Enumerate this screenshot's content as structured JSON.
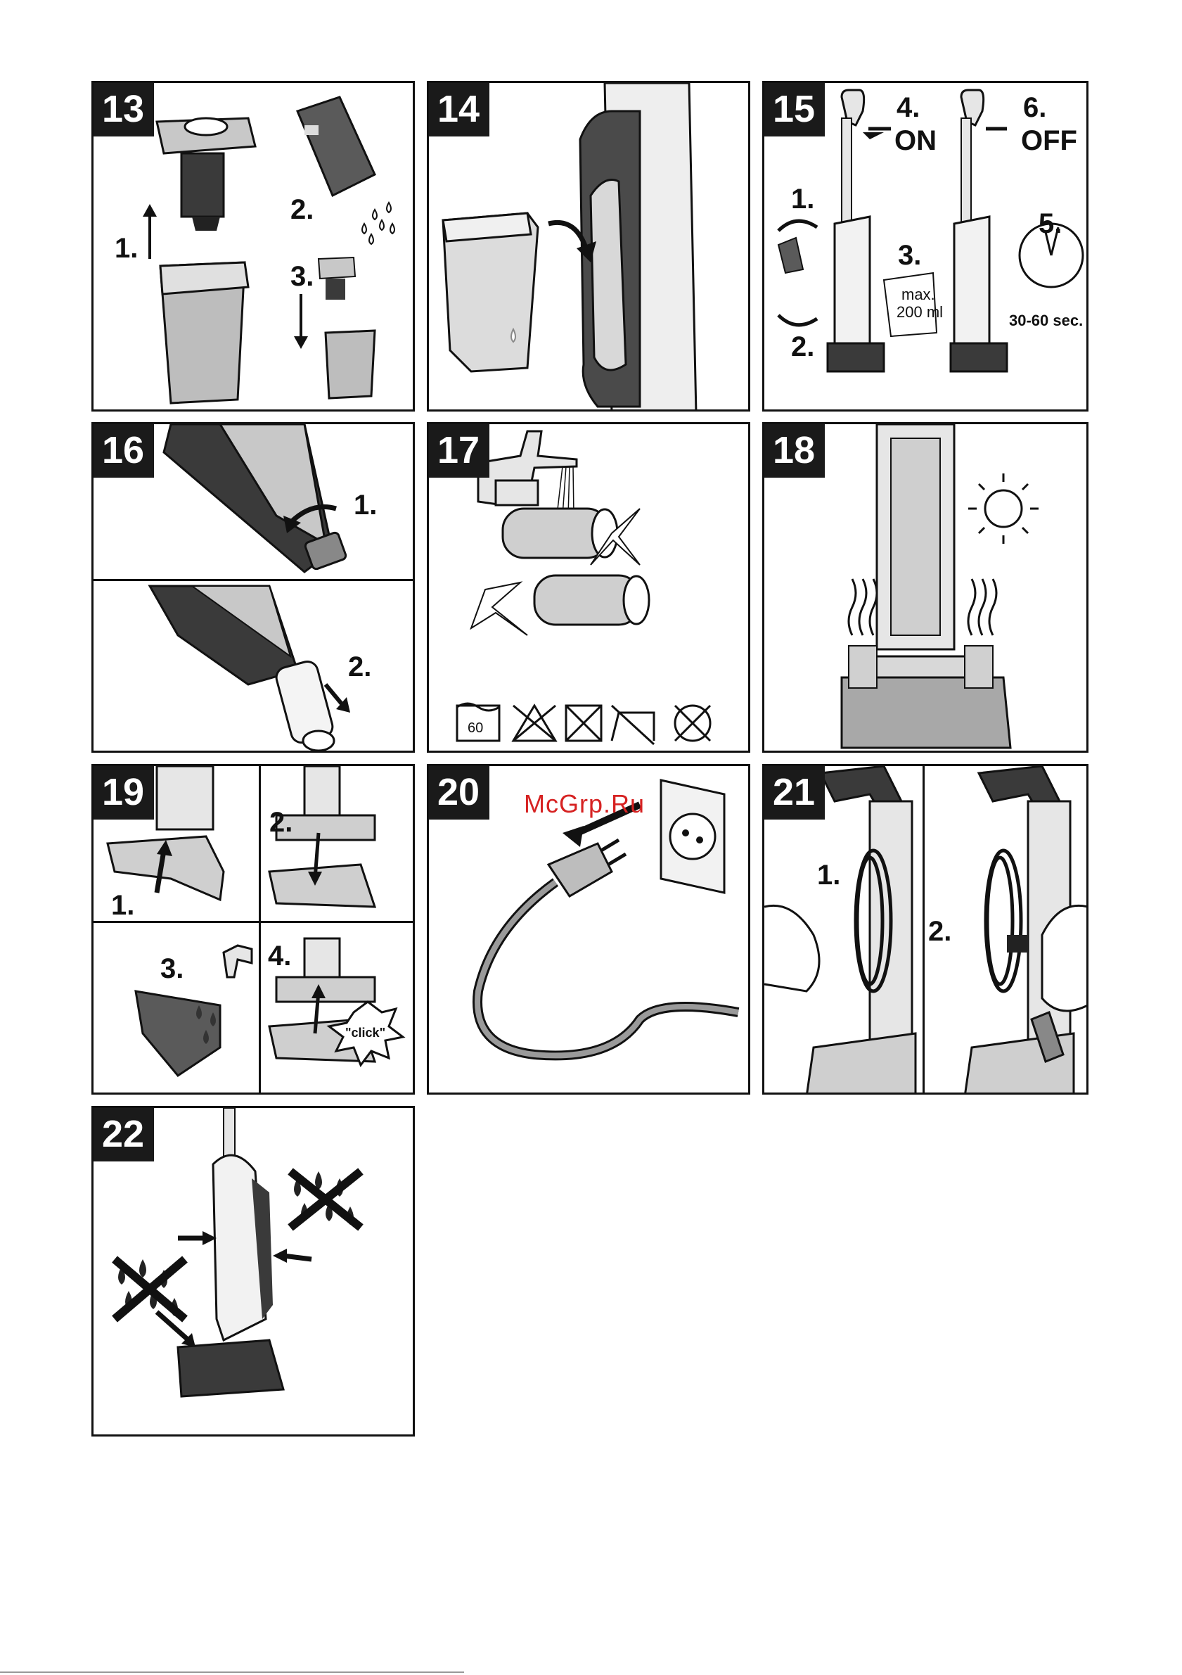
{
  "watermark": "McGrp.Ru",
  "panels": {
    "p13": {
      "number": "13",
      "step1": "1.",
      "step2": "2.",
      "step3": "3."
    },
    "p14": {
      "number": "14"
    },
    "p15": {
      "number": "15",
      "step1": "1.",
      "step2": "2.",
      "step3": "3.",
      "step4": "4.",
      "on": "ON",
      "step5": "5.",
      "step6": "6.",
      "off": "OFF",
      "max": "max.",
      "volume": "200 ml",
      "time": "30-60 sec."
    },
    "p16": {
      "number": "16",
      "step1": "1.",
      "step2": "2."
    },
    "p17": {
      "number": "17",
      "temp": "60"
    },
    "p18": {
      "number": "18"
    },
    "p19": {
      "number": "19",
      "step1": "1.",
      "step2": "2.",
      "step3": "3.",
      "step4": "4.",
      "click": "\"click\""
    },
    "p20": {
      "number": "20"
    },
    "p21": {
      "number": "21",
      "step1": "1.",
      "step2": "2."
    },
    "p22": {
      "number": "22"
    }
  },
  "colors": {
    "frame": "#111111",
    "device_light": "#e6e6e6",
    "device_mid": "#9a9a9a",
    "device_dark": "#3a3a3a",
    "watermark": "#d62222"
  }
}
